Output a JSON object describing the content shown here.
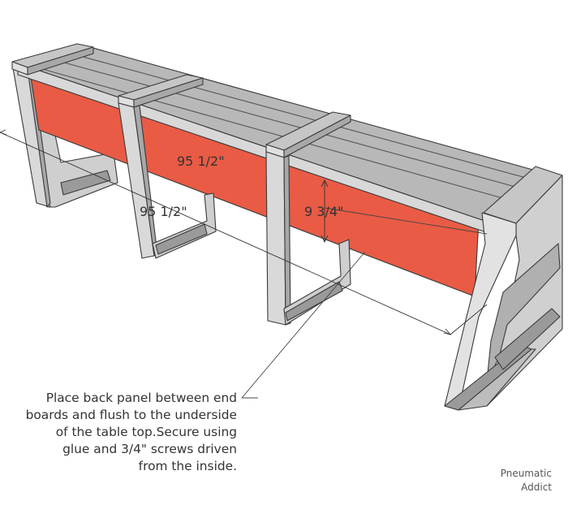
{
  "diagram": {
    "back_panel_color": "#e95b45",
    "wood_top_color": "#b5b5b5",
    "wood_side_color": "#dcdcdc",
    "dimensions": {
      "panel_length_upper": "95 1/2\"",
      "panel_length_lower": "95 1/2\"",
      "panel_height": "9 3/4\""
    },
    "instruction": "Place back panel between end\nboards and flush to the underside\nof the table top.Secure using\nglue and 3/4\" screws driven\nfrom the inside."
  },
  "watermark": {
    "text": "Pneumatic\nAddict"
  }
}
